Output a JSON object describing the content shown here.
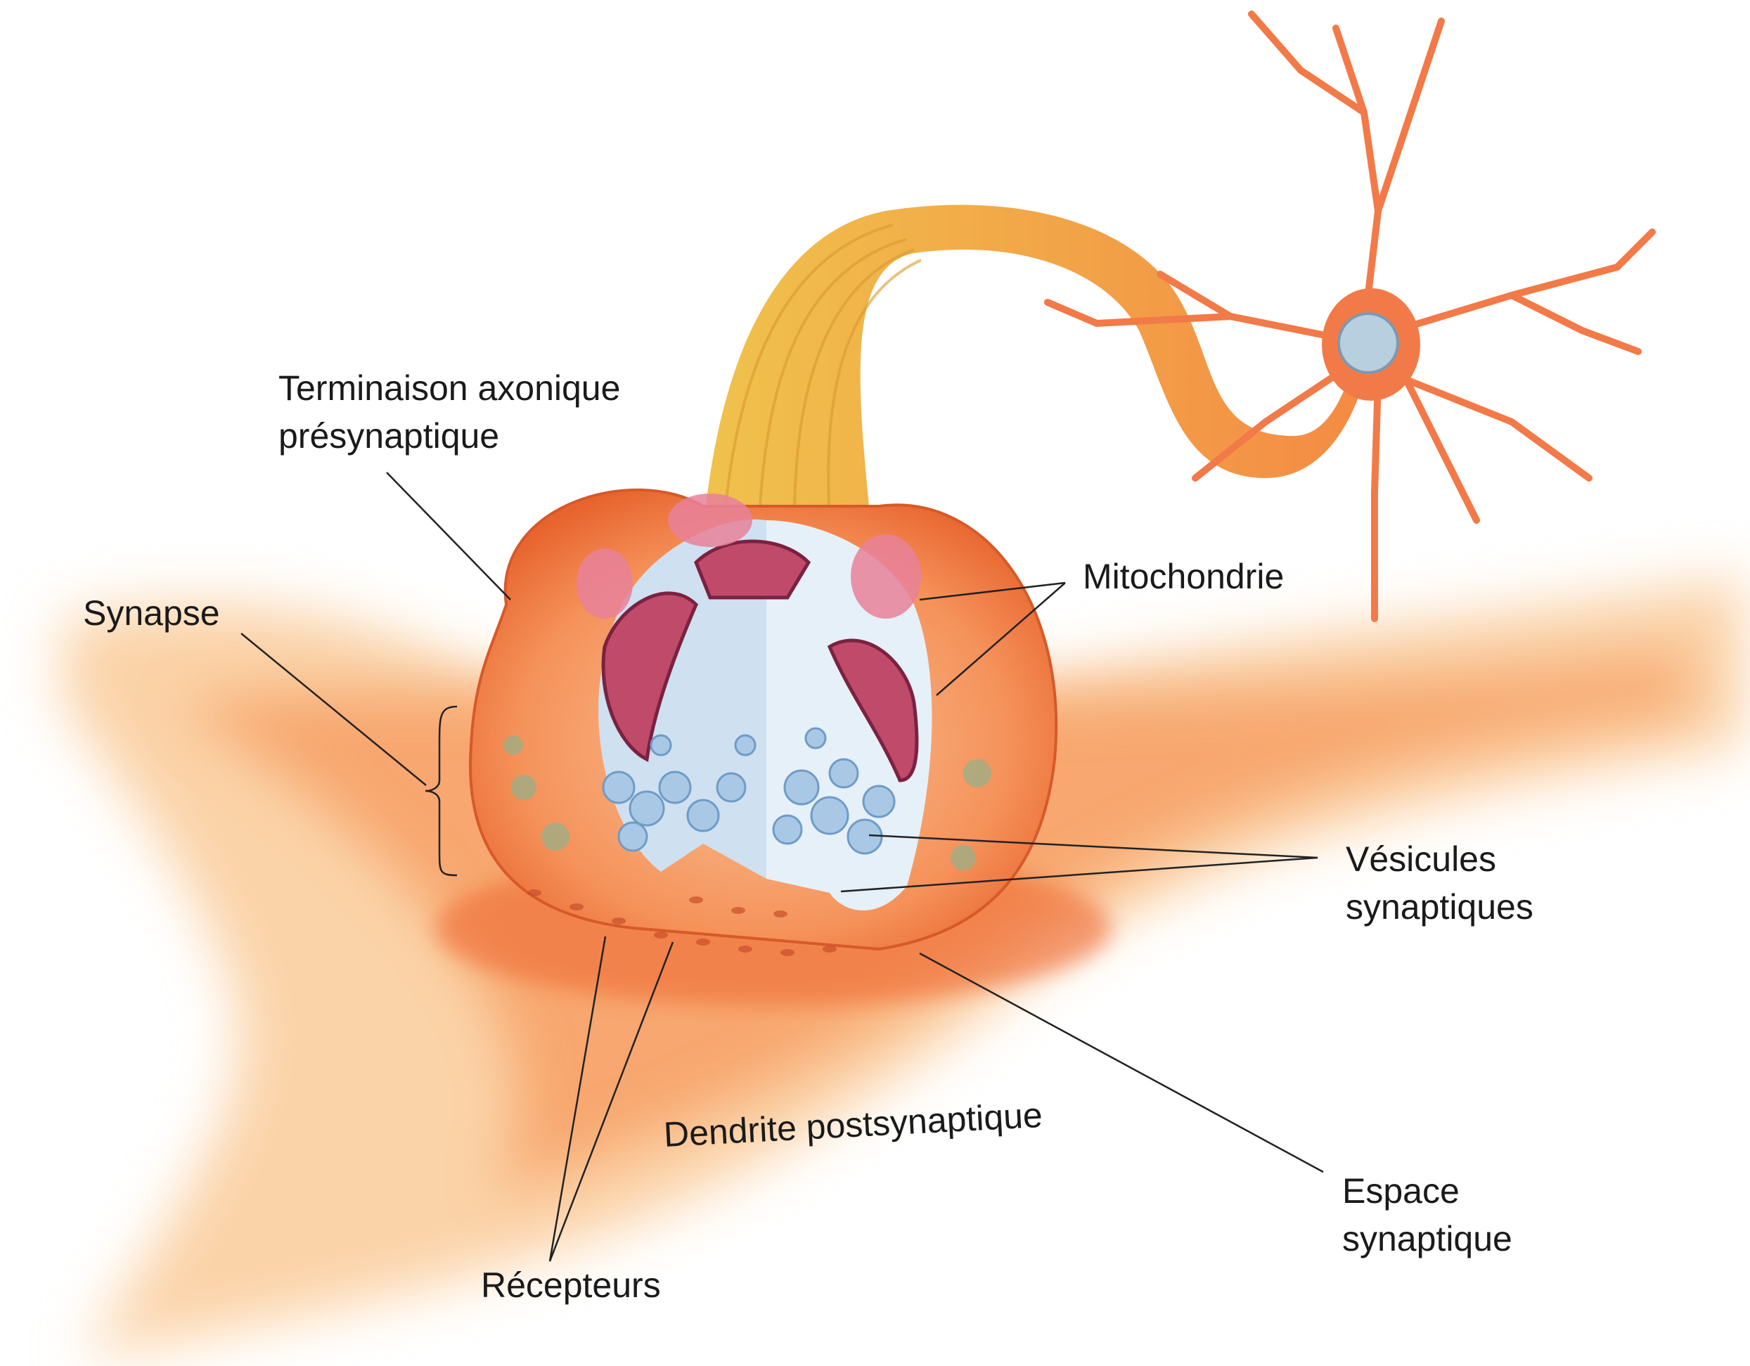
{
  "title": "Synapse diagram",
  "labels": {
    "terminal_line1": "Terminaison axonique",
    "terminal_line2": "présynaptique",
    "synapse": "Synapse",
    "mitochondria": "Mitochondrie",
    "vesicles_line1": "Vésicules",
    "vesicles_line2": "synaptiques",
    "dendrite": "Dendrite postsynaptique",
    "cleft_line1": "Espace",
    "cleft_line2": "synaptique",
    "receptors": "Récepteurs"
  },
  "colors": {
    "dendrite": "#f7a064",
    "terminal": "#f58a52",
    "axon": "#f2b64a",
    "mitochondria": "#c8506a",
    "vesicles": "#a9c8e6",
    "nucleus": "#b8cfe0"
  }
}
